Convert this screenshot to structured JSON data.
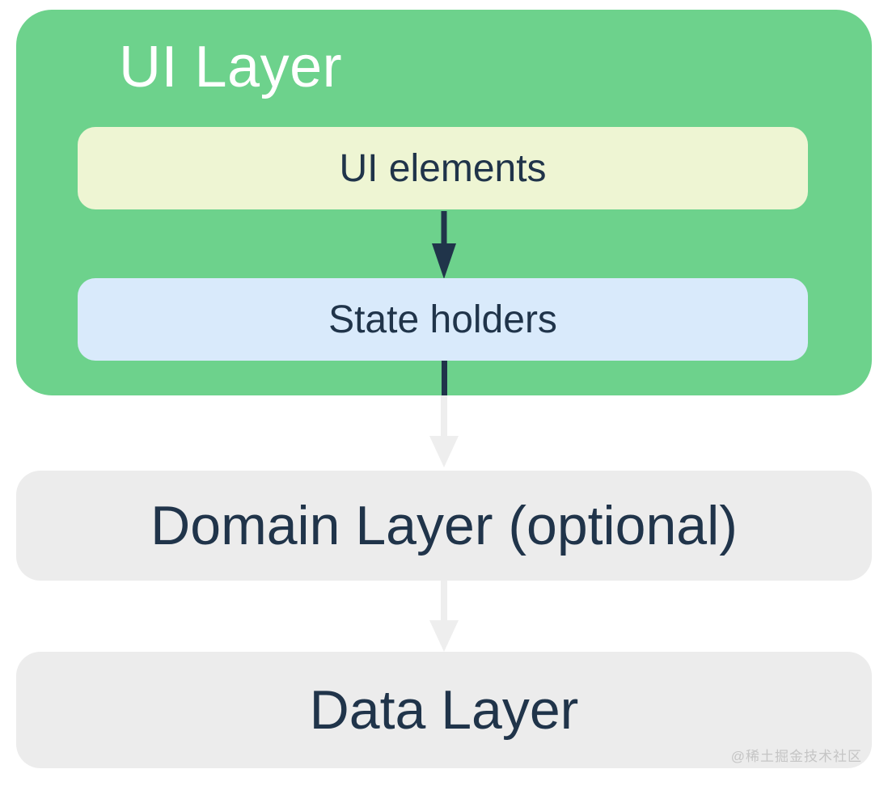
{
  "colors": {
    "background": "#ffffff",
    "ui_layer_green": "#6dd28c",
    "ui_elements_yellow": "#eef5d3",
    "state_holders_blue": "#d9eafb",
    "gray_box": "#ececec",
    "text_dark": "#20344a",
    "title_white": "#ffffff",
    "arrow_dark": "#20344a",
    "arrow_light": "#eeeeee",
    "watermark_gray": "#c5c5c5"
  },
  "diagram": {
    "ui_layer": {
      "title": "UI Layer",
      "ui_elements_label": "UI elements",
      "state_holders_label": "State holders"
    },
    "domain_layer_label": "Domain Layer (optional)",
    "data_layer_label": "Data Layer",
    "watermark": "@稀土掘金技术社区"
  }
}
